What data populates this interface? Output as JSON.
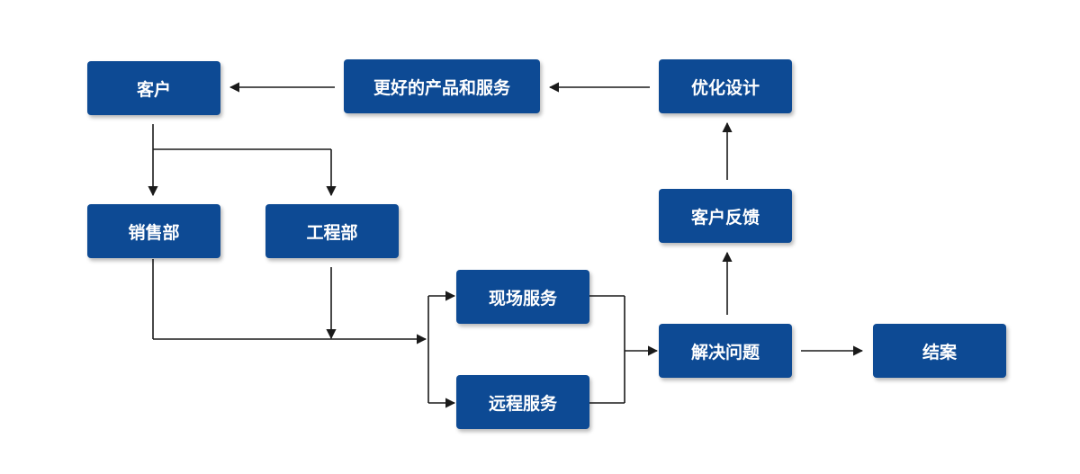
{
  "nodes": {
    "customer": "客户",
    "better_products": "更好的产品和服务",
    "optimize_design": "优化设计",
    "sales": "销售部",
    "engineering": "工程部",
    "onsite_service": "现场服务",
    "remote_service": "远程服务",
    "customer_feedback": "客户反馈",
    "solve_problem": "解决问题",
    "close_case": "结案"
  },
  "colors": {
    "node_fill": "#0d4a94",
    "node_text": "#ffffff",
    "connector": "#1a1a1a"
  }
}
